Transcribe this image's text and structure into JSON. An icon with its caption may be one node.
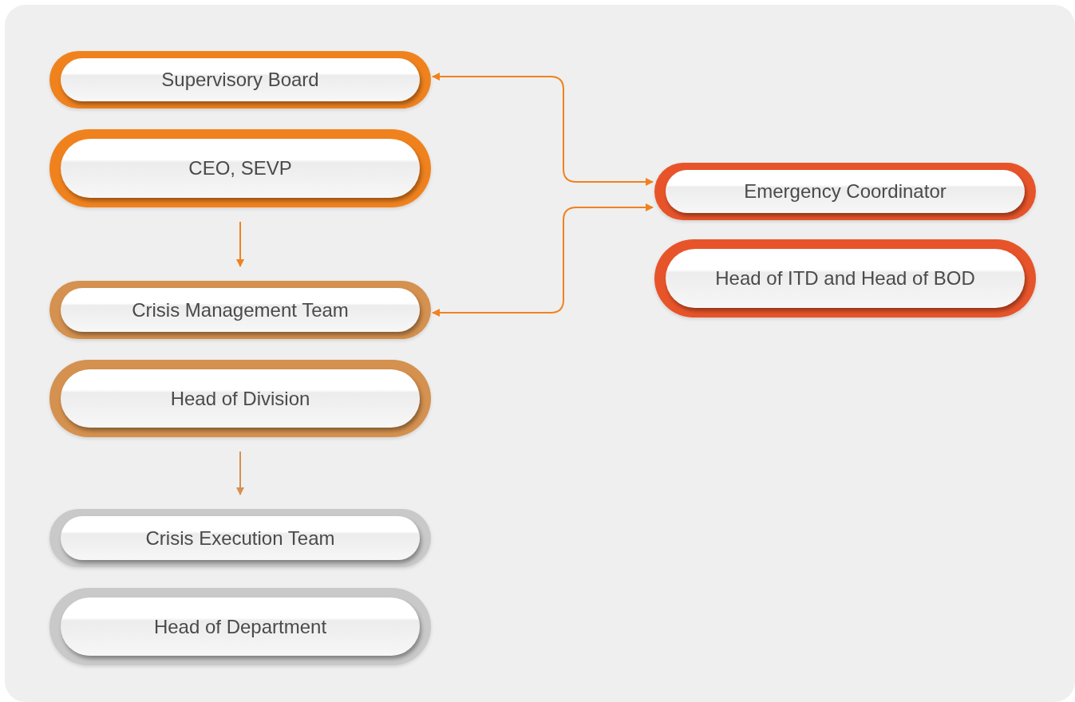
{
  "diagram": {
    "nodes": [
      {
        "text": [
          "Supervisory Board"
        ]
      },
      {
        "text": [
          "CEO, SEVP"
        ]
      },
      {
        "text": [
          "Crisis Management Team"
        ]
      },
      {
        "text": [
          "Head of Division"
        ]
      },
      {
        "text": [
          "Crisis Execution Team"
        ]
      },
      {
        "text": [
          "Head of Department"
        ]
      },
      {
        "text": [
          "Emergency Coordinator"
        ]
      },
      {
        "text": [
          "Head of ITD and Head of BOD"
        ]
      }
    ],
    "edges": [
      {
        "from": 1,
        "to": 2,
        "arrow": "to"
      },
      {
        "from": 3,
        "to": 4,
        "arrow": "to",
        "color": "#d4914f"
      },
      {
        "from": 6,
        "to": 0,
        "arrow": "both"
      },
      {
        "from": 6,
        "to": 2,
        "arrow": "both"
      }
    ]
  }
}
